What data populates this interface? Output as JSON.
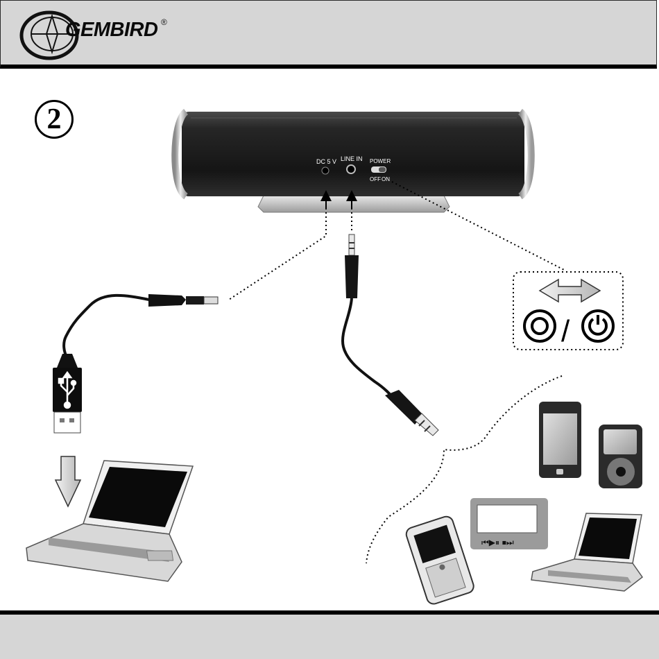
{
  "header": {
    "brand": "GEMBIRD",
    "registered_mark": "®"
  },
  "step": {
    "number": "2"
  },
  "speaker": {
    "dc_label": "DC 5 V",
    "line_in_label": "LINE IN",
    "power_label": "POWER",
    "off_label": "OFF",
    "on_label": "ON"
  },
  "power_symbol": {
    "separator": "/"
  },
  "colors": {
    "header_bg": "#d6d6d6",
    "speaker_body": "#1b1b1b",
    "speaker_rim": "#b9b9b9"
  },
  "icons": [
    "gembird-logo",
    "usb-icon",
    "down-arrow-icon",
    "double-arrow-icon",
    "power-off-icon",
    "power-on-icon",
    "laptop-icon",
    "smartphone-icon",
    "mp3-player-icon",
    "mobile-phone-icon",
    "media-player-icon"
  ]
}
